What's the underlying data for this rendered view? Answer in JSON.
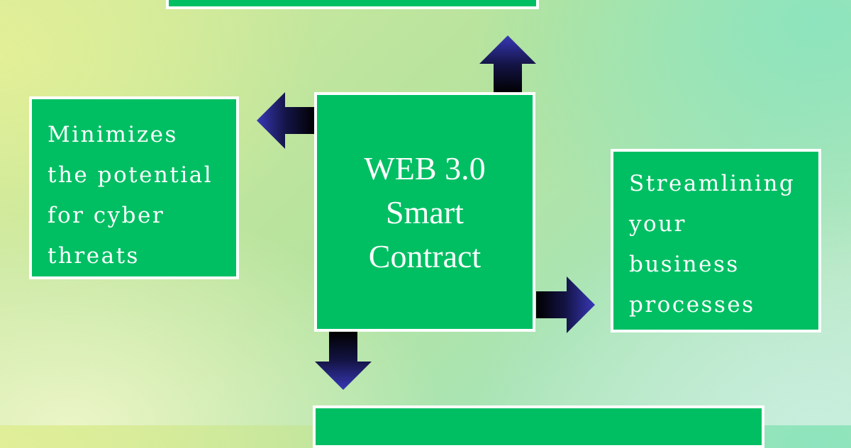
{
  "diagram": {
    "center": {
      "lines": [
        "WEB 3.0",
        "Smart",
        "Contract"
      ]
    },
    "left_box": {
      "lines": [
        "Minimizes",
        "the potential",
        "for cyber",
        "threats"
      ]
    },
    "right_box": {
      "lines": [
        "Streamlining",
        "your",
        "business",
        "processes"
      ]
    },
    "top_box": {},
    "bottom_box": {}
  },
  "colors": {
    "box_fill": "#00bf63",
    "box_border": "#ffffff",
    "arrow_dark": "#0a0a1e",
    "arrow_head": "#2c2ca8",
    "text": "#ffffff"
  }
}
